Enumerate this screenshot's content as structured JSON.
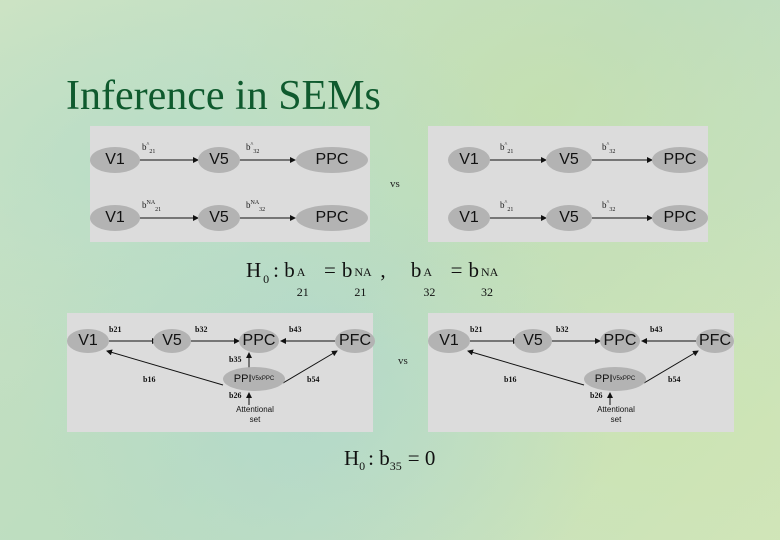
{
  "slide": {
    "title": "Inference in SEMs"
  },
  "top_models": {
    "vs_label": "vs",
    "nodes": {
      "v1": "V1",
      "v5": "V5",
      "ppc": "PPC"
    },
    "path_label_b": "b",
    "sub_21": "21",
    "sub_32": "32",
    "hat": "^",
    "sup_na": "NA"
  },
  "hypothesis1": {
    "H": "H",
    "zero": "0",
    "colon_b": ": b",
    "A": "A",
    "NA": "NA",
    "sub21": "21",
    "sub32": "32",
    "eq": "=",
    "b": "b",
    "comma": ","
  },
  "bottom_models": {
    "vs_label": "vs",
    "nodes": {
      "v1": "V1",
      "v5": "V5",
      "ppc": "PPC",
      "pfc": "PFC",
      "ppi": "PPI",
      "ppi_sub": "V5xPPC",
      "att": "Attentional set"
    },
    "b21": "b21",
    "b32": "b32",
    "b43": "b43",
    "b35": "b35",
    "b54": "b54",
    "b16": "b16",
    "b26": "b26"
  },
  "hypothesis2": {
    "text": "H",
    "zero": "0",
    "rest": ": b",
    "sub": "35",
    "eq": "= 0"
  }
}
